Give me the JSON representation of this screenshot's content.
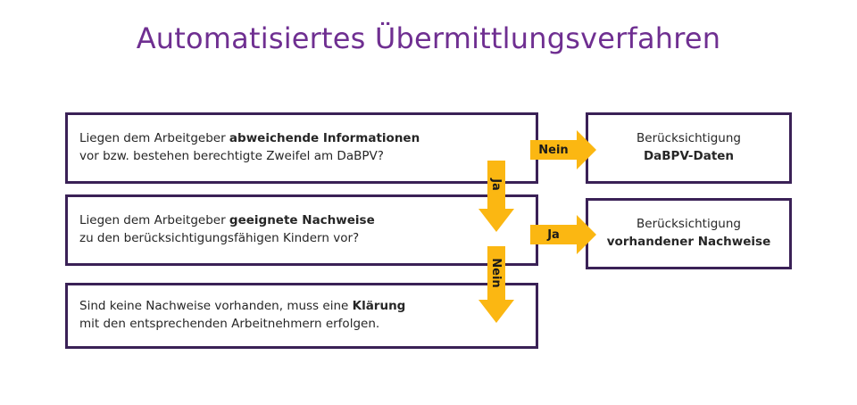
{
  "page": {
    "title": "Automatisiertes Übermittlungsverfahren",
    "background_color": "#FFFFFF"
  },
  "colors": {
    "title_purple": "#6F2F91",
    "box_border_purple": "#3A2156",
    "arrow_amber": "#FBB712",
    "body_text": "#262626",
    "arrow_label_text": "#1A1A1A"
  },
  "flow": {
    "left_column": [
      {
        "id": "question-1",
        "line1_prefix": "Liegen dem Arbeitgeber ",
        "line1_bold": "abweichende Informationen",
        "line2": "vor bzw. bestehen berechtigte Zweifel am DaBPV?",
        "align": "left"
      },
      {
        "id": "question-2",
        "line1_prefix": "Liegen dem Arbeitgeber ",
        "line1_bold": "geeignete Nachweise",
        "line2": "zu den berücksichtigungsfähigen Kindern vor?",
        "align": "left"
      },
      {
        "id": "outcome-3",
        "line1_prefix": "Sind keine Nachweise vorhanden, muss eine ",
        "line1_bold": "Klärung",
        "line2": "mit den entsprechenden Arbeitnehmern erfolgen.",
        "align": "left"
      }
    ],
    "right_column": [
      {
        "id": "result-dabpv",
        "line1": "Berücksichtigung",
        "line2_bold": "DaBPV-Daten",
        "align": "center"
      },
      {
        "id": "result-nachweise",
        "line1": "Berücksichtigung",
        "line2_bold": "vorhandener Nachweise",
        "align": "center"
      }
    ],
    "arrows": [
      {
        "id": "nein-right",
        "label": "Nein",
        "direction": "right",
        "icon": "arrow-right-icon"
      },
      {
        "id": "ja-right",
        "label": "Ja",
        "direction": "right",
        "icon": "arrow-right-icon"
      },
      {
        "id": "ja-down",
        "label": "Ja",
        "direction": "down",
        "icon": "arrow-down-icon"
      },
      {
        "id": "nein-down",
        "label": "Nein",
        "direction": "down",
        "icon": "arrow-down-icon"
      }
    ]
  }
}
